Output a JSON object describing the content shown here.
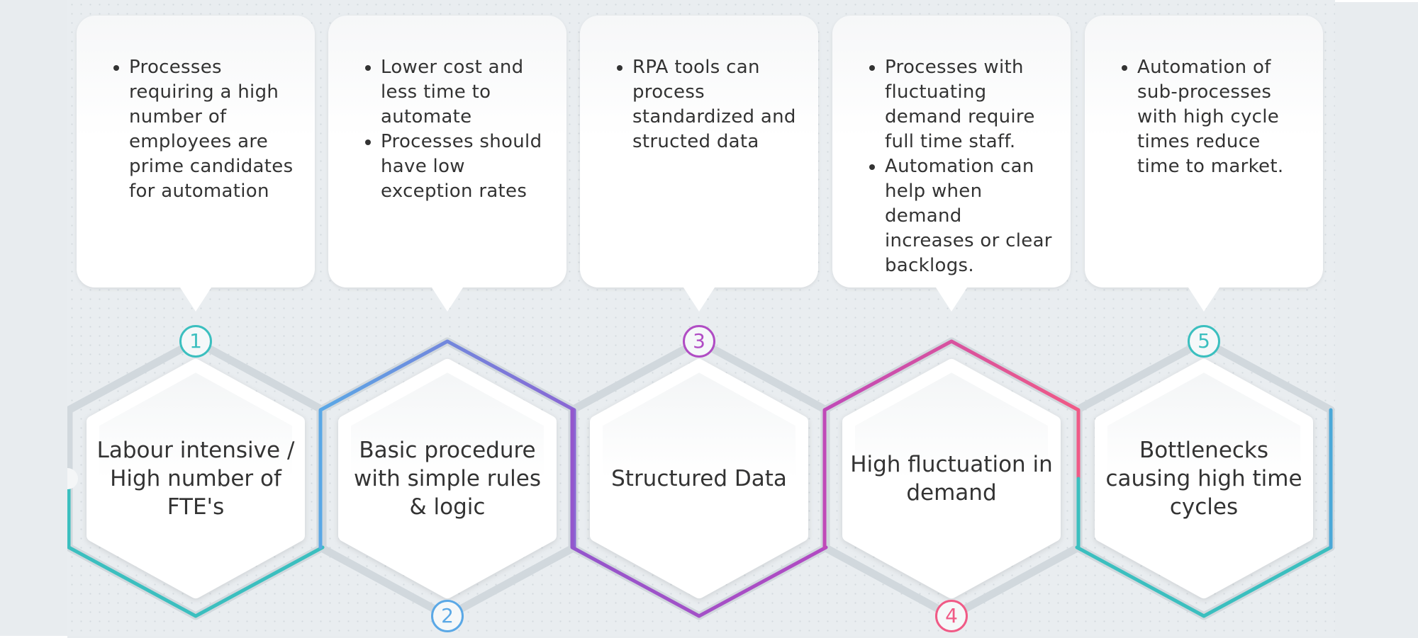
{
  "steps": [
    {
      "number": "1",
      "title": "Labour intensive / High number of FTE's",
      "bullets": [
        "Processes requiring a high number of employees are prime candidates for automation"
      ],
      "color": "#3bbfbf"
    },
    {
      "number": "2",
      "title": "Basic procedure with simple rules & logic",
      "bullets": [
        "Lower cost and less time to automate",
        "Processes should have low exception rates"
      ],
      "color": "#5aa8e6"
    },
    {
      "number": "3",
      "title": "Structured Data",
      "bullets": [
        "RPA tools can process standardized and structed data"
      ],
      "color": "#b04cc4"
    },
    {
      "number": "4",
      "title": "High fluctuation in demand",
      "bullets": [
        "Processes with fluctuating demand require full time staff.",
        "Automation can help when demand increases or clear backlogs."
      ],
      "color": "#f05a86"
    },
    {
      "number": "5",
      "title": "Bottlenecks causing high time cycles",
      "bullets": [
        "Automation of sub-processes with high cycle times reduce time to market."
      ],
      "color": "#3bbfbf"
    }
  ]
}
